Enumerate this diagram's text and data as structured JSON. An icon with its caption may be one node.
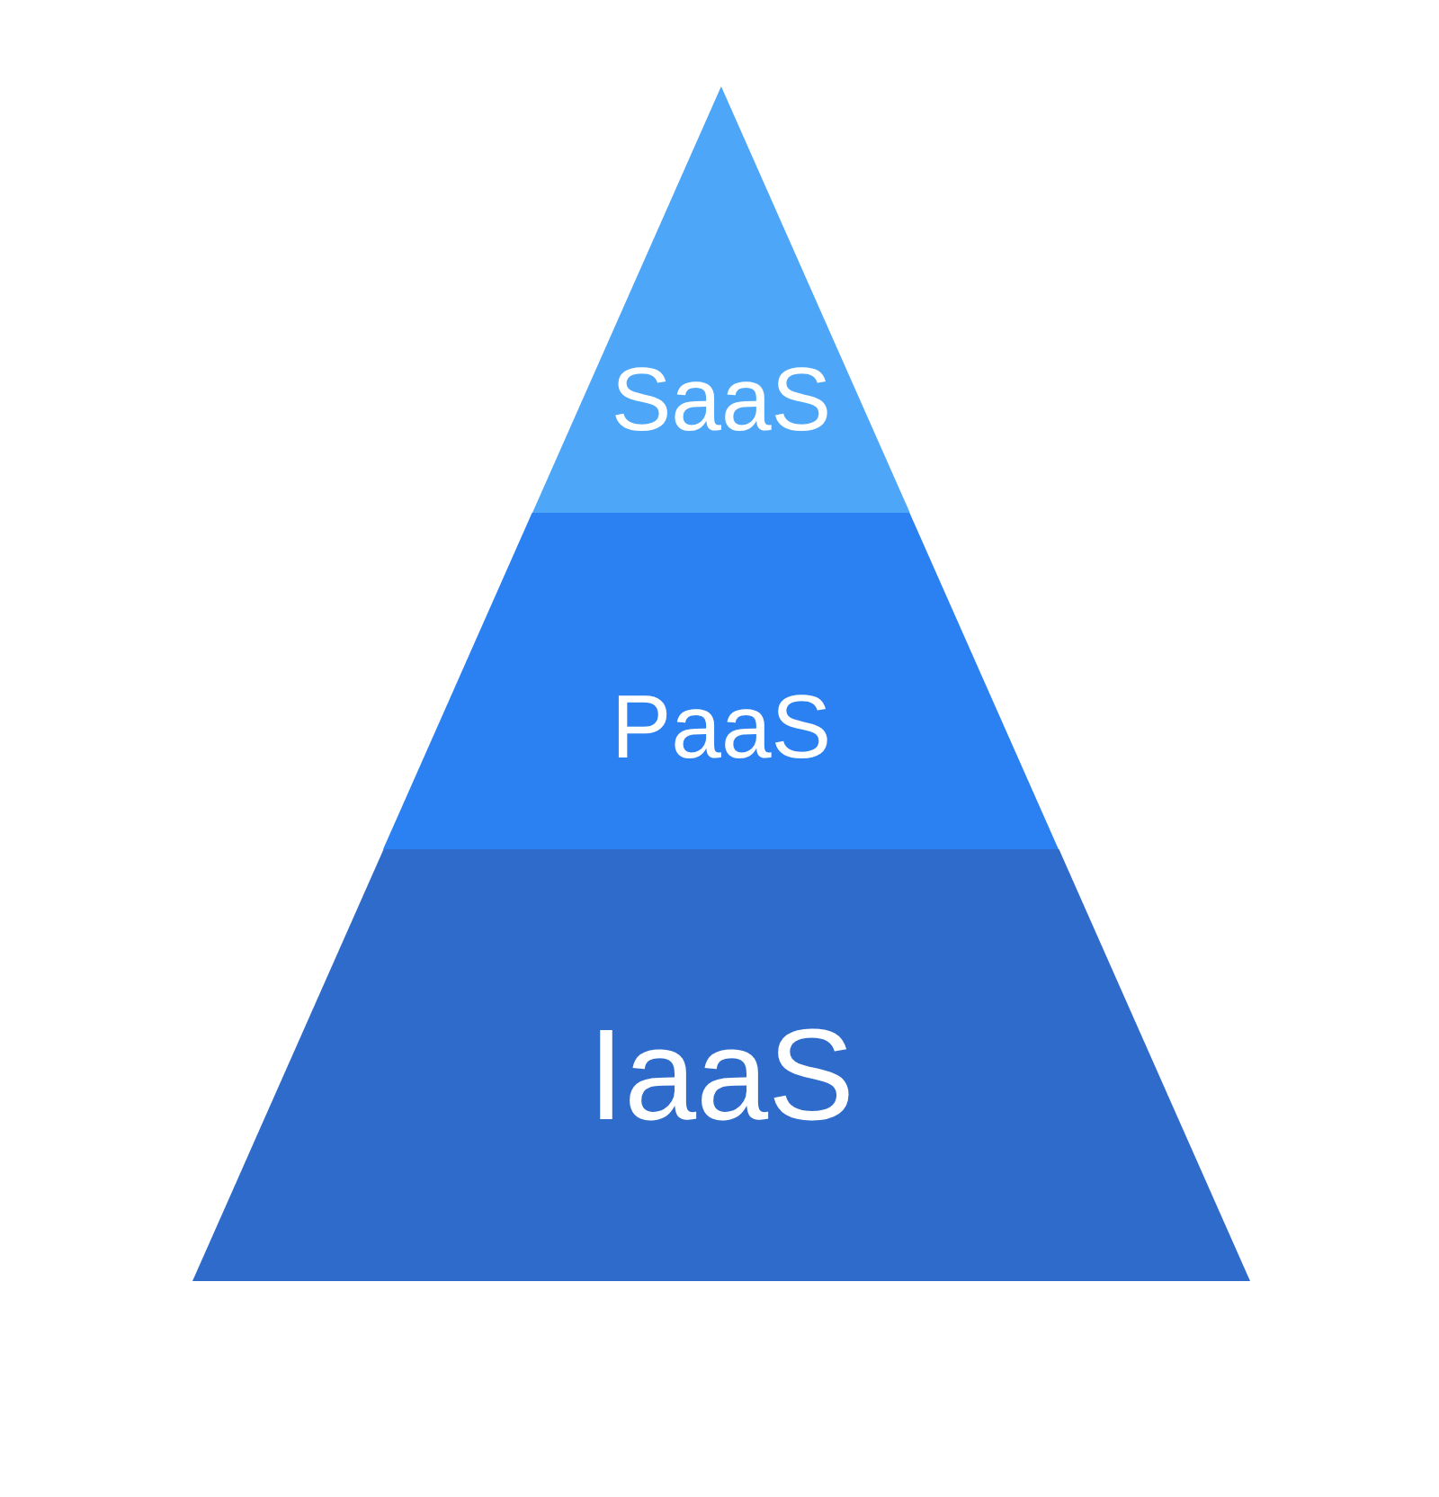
{
  "diagram": {
    "nodes": [
      {
        "text": [
          "SaaS"
        ]
      },
      {
        "text": [
          "PaaS"
        ]
      },
      {
        "text": [
          "IaaS"
        ]
      }
    ]
  }
}
